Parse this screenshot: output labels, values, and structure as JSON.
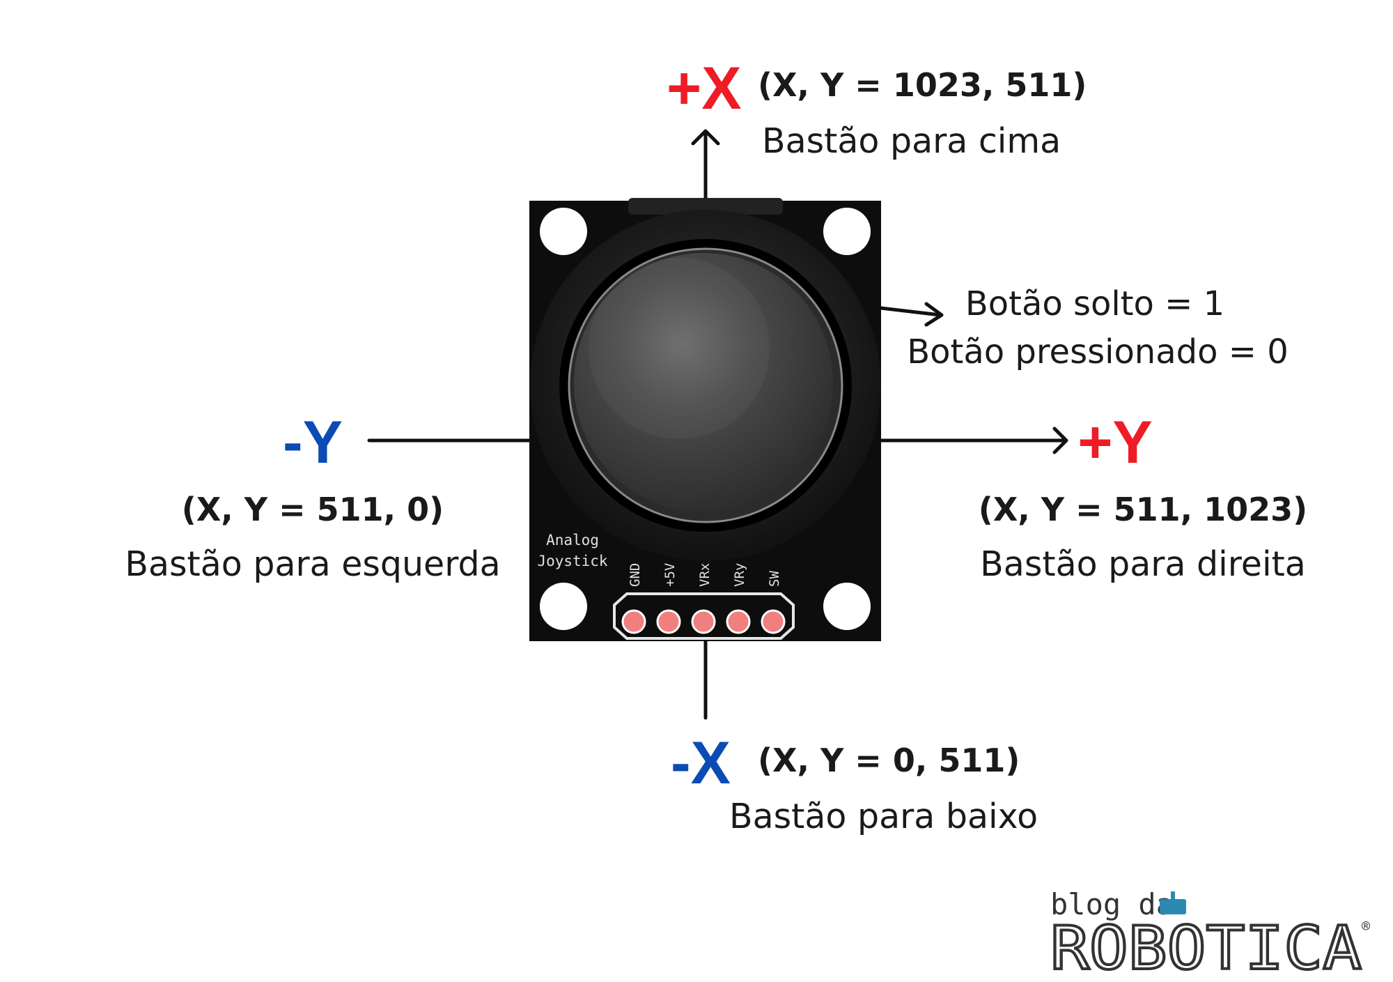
{
  "axes": {
    "plus_x": {
      "label": "+X",
      "coords": "(X, Y = 1023, 511)",
      "desc": "Bastão para cima"
    },
    "minus_x": {
      "label": "-X",
      "coords": "(X, Y = 0, 511)",
      "desc": "Bastão para baixo"
    },
    "minus_y": {
      "label": "-Y",
      "coords": "(X, Y = 511, 0)",
      "desc": "Bastão para esquerda"
    },
    "plus_y": {
      "label": "+Y",
      "coords": "(X, Y = 511, 1023)",
      "desc": "Bastão para direita"
    }
  },
  "button": {
    "released": "Botão solto = 1",
    "pressed": "Botão pressionado = 0"
  },
  "module": {
    "title_line1": "Analog",
    "title_line2": "Joystick",
    "pins": [
      "GND",
      "+5V",
      "VRx",
      "VRy",
      "SW"
    ]
  },
  "logo": {
    "text_top": "blog da",
    "text_main": "ROBOTICA",
    "registered": "®"
  },
  "colors": {
    "positive": "#ee1c25",
    "negative": "#0b4bb3",
    "text": "#1a1a1a",
    "board": "#0d0d0d",
    "pin_pad": "#f08080"
  }
}
